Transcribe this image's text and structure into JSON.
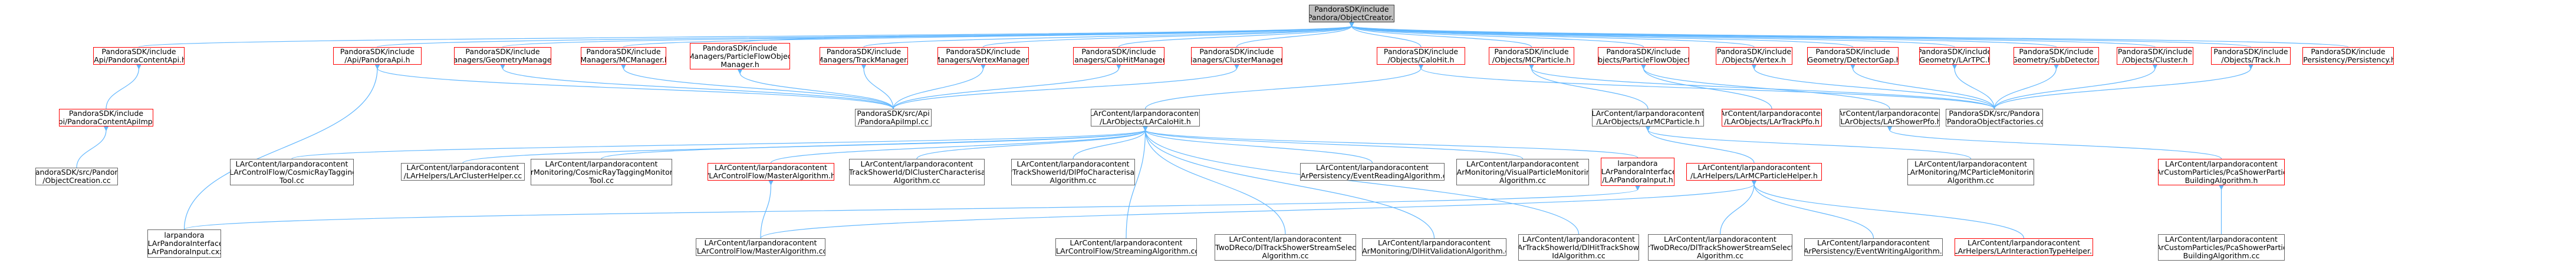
{
  "colors": {
    "edge": "#63b8ff",
    "root_fill": "#bfbfbf",
    "red_border": "#ff0000",
    "grey_border": "#666666"
  },
  "nodes": [
    {
      "id": "root",
      "label": "PandoraSDK/include\n/Pandora/ObjectCreator.h",
      "style": "root"
    },
    {
      "id": "pch",
      "label": "PandoraSDK/include\n/Api/PandoraContentApi.h",
      "style": "red"
    },
    {
      "id": "pa",
      "label": "PandoraSDK/include\n/Api/PandoraApi.h",
      "style": "red"
    },
    {
      "id": "gm",
      "label": "PandoraSDK/include\n/Managers/GeometryManager.h",
      "style": "red"
    },
    {
      "id": "mcm",
      "label": "PandoraSDK/include\n/Managers/MCManager.h",
      "style": "red"
    },
    {
      "id": "pfm",
      "label": "PandoraSDK/include\n/Managers/ParticleFlowObject\nManager.h",
      "style": "red"
    },
    {
      "id": "tm",
      "label": "PandoraSDK/include\n/Managers/TrackManager.h",
      "style": "red"
    },
    {
      "id": "vm",
      "label": "PandoraSDK/include\n/Managers/VertexManager.h",
      "style": "red"
    },
    {
      "id": "chm",
      "label": "PandoraSDK/include\n/Managers/CaloHitManager.h",
      "style": "red"
    },
    {
      "id": "cm",
      "label": "PandoraSDK/include\n/Managers/ClusterManager.h",
      "style": "red"
    },
    {
      "id": "ch",
      "label": "PandoraSDK/include\n/Objects/CaloHit.h",
      "style": "red"
    },
    {
      "id": "mcp",
      "label": "PandoraSDK/include\n/Objects/MCParticle.h",
      "style": "red"
    },
    {
      "id": "pfo",
      "label": "PandoraSDK/include\n/Objects/ParticleFlowObject.h",
      "style": "red"
    },
    {
      "id": "vx",
      "label": "PandoraSDK/include\n/Objects/Vertex.h",
      "style": "red"
    },
    {
      "id": "gdg",
      "label": "PandoraSDK/include\n/Geometry/DetectorGap.h",
      "style": "red"
    },
    {
      "id": "tpc",
      "label": "PandoraSDK/include\n/Geometry/LArTPC.h",
      "style": "red"
    },
    {
      "id": "sub",
      "label": "PandoraSDK/include\n/Geometry/SubDetector.h",
      "style": "red"
    },
    {
      "id": "cl",
      "label": "PandoraSDK/include\n/Objects/Cluster.h",
      "style": "red"
    },
    {
      "id": "tr",
      "label": "PandoraSDK/include\n/Objects/Track.h",
      "style": "red"
    },
    {
      "id": "per",
      "label": "PandoraSDK/include\n/Persistency/Persistency.h",
      "style": "red"
    },
    {
      "id": "pchi",
      "label": "PandoraSDK/include\n/Api/PandoraContentApiImpl.h",
      "style": "red"
    },
    {
      "id": "lch",
      "label": "LArContent/larpandoracontent\n/LArObjects/LArCaloHit.h",
      "style": "grey"
    },
    {
      "id": "lmcp",
      "label": "LArContent/larpandoracontent\n/LArObjects/LArMCParticle.h",
      "style": "grey"
    },
    {
      "id": "ltpfo",
      "label": "LArContent/larpandoracontent\n/LArObjects/LArTrackPfo.h",
      "style": "red"
    },
    {
      "id": "lspfo",
      "label": "LArContent/larpandoracontent\n/LArObjects/LArShowerPfo.h",
      "style": "grey"
    },
    {
      "id": "paimpl",
      "label": "PandoraSDK/src/Api\n/PandoraApiImpl.cc",
      "style": "grey"
    },
    {
      "id": "pofc",
      "label": "PandoraSDK/src/Pandora\n/PandoraObjectFactories.cc",
      "style": "grey"
    },
    {
      "id": "occ",
      "label": "PandoraSDK/src/Pandora\n/ObjectCreation.cc",
      "style": "grey"
    },
    {
      "id": "cfcrt",
      "label": "LArContent/larpandoracontent\n/LArControlFlow/CosmicRayTagging\nTool.cc",
      "style": "grey"
    },
    {
      "id": "lclh",
      "label": "LArContent/larpandoracontent\n/LArHelpers/LArClusterHelper.cc",
      "style": "grey"
    },
    {
      "id": "mcrtm",
      "label": "LArContent/larpandoracontent\n/LArMonitoring/CosmicRayTaggingMonitoring\nTool.cc",
      "style": "grey"
    },
    {
      "id": "cfmah",
      "label": "LArContent/larpandoracontent\n/LArControlFlow/MasterAlgorithm.h",
      "style": "red"
    },
    {
      "id": "tsdcc",
      "label": "LArContent/larpandoracontent\n/LArTrackShowerId/DlClusterCharacterisation\nAlgorithm.cc",
      "style": "grey"
    },
    {
      "id": "tsdpc",
      "label": "LArContent/larpandoracontent\n/LArTrackShowerId/DlPfoCharacterisation\nAlgorithm.cc",
      "style": "grey"
    },
    {
      "id": "perra",
      "label": "LArContent/larpandoracontent\n/LArPersistency/EventReadingAlgorithm.cc",
      "style": "grey"
    },
    {
      "id": "mvpm",
      "label": "LArContent/larpandoracontent\n/LArMonitoring/VisualParticleMonitoring\nAlgorithm.cc",
      "style": "grey"
    },
    {
      "id": "lpih",
      "label": "larpandora\n/LArPandoraInterface\n/LArPandoraInput.h",
      "style": "red"
    },
    {
      "id": "lmcph",
      "label": "LArContent/larpandoracontent\n/LArHelpers/LArMCParticleHelper.h",
      "style": "red"
    },
    {
      "id": "mmcpm",
      "label": "LArContent/larpandoracontent\n/LArMonitoring/MCParticleMonitoring\nAlgorithm.cc",
      "style": "grey"
    },
    {
      "id": "cppsh",
      "label": "LArContent/larpandoracontent\n/LArCustomParticles/PcaShowerParticle\nBuildingAlgorithm.h",
      "style": "red"
    },
    {
      "id": "lpicxx",
      "label": "larpandora\n/LArPandoraInterface\n/LArPandoraInput.cxx",
      "style": "grey"
    },
    {
      "id": "cfmacc",
      "label": "LArContent/larpandoracontent\n/LArControlFlow/MasterAlgorithm.cc",
      "style": "grey"
    },
    {
      "id": "cfsa",
      "label": "LArContent/larpandoracontent\n/LArControlFlow/StreamingAlgorithm.cc",
      "style": "grey"
    },
    {
      "id": "ltdss",
      "label": "LArContent/larpandoracontent\n/LArTwoDReco/DlTrackShowerStreamSelection\nAlgorithm.cc",
      "style": "grey"
    },
    {
      "id": "mdva",
      "label": "LArContent/larpandoracontent\n/LArMonitoring/DlHitValidationAlgorithm.cc",
      "style": "grey"
    },
    {
      "id": "tsdts",
      "label": "LArContent/larpandoracontent\n/LArTrackShowerId/DlHitTrackShower\nIdAlgorithm.cc",
      "style": "grey"
    },
    {
      "id": "ltdss2",
      "label": "LArContent/larpandoracontent\n/LArTwoDReco/DlTrackShowerStreamSelection\nAlgorithm.cc",
      "style": "grey"
    },
    {
      "id": "pewa",
      "label": "LArContent/larpandoracontent\n/LArPersistency/EventWritingAlgorithm.cc",
      "style": "grey"
    },
    {
      "id": "lith",
      "label": "LArContent/larpandoracontent\n/LArHelpers/LArInteractionTypeHelper.h",
      "style": "red"
    },
    {
      "id": "cppsc",
      "label": "LArContent/larpandoracontent\n/LArCustomParticles/PcaShowerParticle\nBuildingAlgorithm.cc",
      "style": "grey"
    }
  ]
}
